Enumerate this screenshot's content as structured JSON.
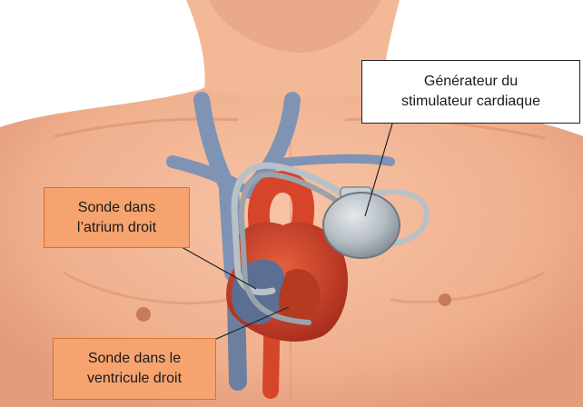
{
  "labels": {
    "generator": "Générateur du\nstimulateur cardiaque",
    "atrium_lead": "Sonde dans\nl’atrium droit",
    "ventricle_lead": "Sonde dans le\nventricule droit"
  },
  "colors": {
    "skin": "#f2b493",
    "skin_shadow": "#e29c79",
    "heart": "#d6452a",
    "vein": "#7f93b5",
    "generator_device": "#b8c0c6",
    "callout_fill": "#f6a36f",
    "callout_border": "#d9722c"
  }
}
